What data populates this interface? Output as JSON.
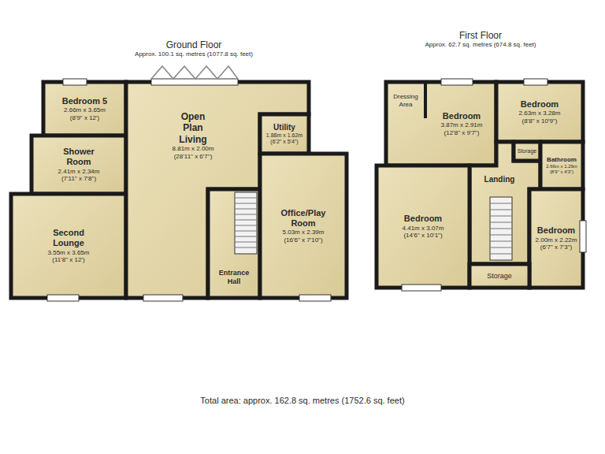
{
  "diagram": {
    "caption": "Total area: approx. 162.8 sq. metres (1752.6 sq. feet)",
    "nodes": [
      {
        "text": [
          "Ground Floor",
          "Approx. 100.1 sq. metres (1077.8 sq. feet)"
        ]
      },
      {
        "text": [
          "Bedroom 5",
          "2.66m x 3.65m",
          "(8'9\" x 12')"
        ],
        "in": 0
      },
      {
        "text": [
          "Open Plan Living",
          "8.81m x 2.00m",
          "(28'11\" x 6'7\")"
        ],
        "in": 0
      },
      {
        "text": [
          "Utility",
          "1.88m x 1.62m",
          "(6'2\" x 5'4\")"
        ],
        "in": 0
      },
      {
        "text": [
          "Shower Room",
          "2.41m x 2.34m",
          "(7'11\" x 7'8\")"
        ],
        "in": 0
      },
      {
        "text": [
          "Entrance Hall"
        ],
        "in": 0
      },
      {
        "text": [
          "Office/Play Room",
          "5.03m x 2.39m",
          "(16'6\" x 7'10\")"
        ],
        "in": 0
      },
      {
        "text": [
          "Second Lounge",
          "3.55m x 3.65m",
          "(11'8\" x 12')"
        ],
        "in": 0
      },
      {
        "text": [
          "First Floor",
          "Approx. 62.7 sq. metres (674.8 sq. feet)"
        ]
      },
      {
        "text": [
          "Bedroom",
          "3.87m x 2.91m",
          "(12'8\" x 9'7\")"
        ],
        "in": 8
      },
      {
        "text": [
          "Dressing Area"
        ],
        "in": 9
      },
      {
        "text": [
          "Bedroom",
          "2.63m x 3.28m",
          "(8'8\" x 10'9\")"
        ],
        "in": 8
      },
      {
        "text": [
          "Storage"
        ],
        "in": 8
      },
      {
        "text": [
          "Bathroom",
          "2.66m x 1.29m",
          "(8'9\" x 4'3\")"
        ],
        "in": 8
      },
      {
        "text": [
          "Landing"
        ],
        "in": 8
      },
      {
        "text": [
          "Bedroom",
          "4.41m x 3.07m",
          "(14'6\" x 10'1\")"
        ],
        "in": 8
      },
      {
        "text": [
          "Bedroom",
          "2.00m x 2.22m",
          "(6'7\" x 7'3\")"
        ],
        "in": 8
      },
      {
        "text": [
          "Storage"
        ],
        "in": 8
      }
    ]
  }
}
